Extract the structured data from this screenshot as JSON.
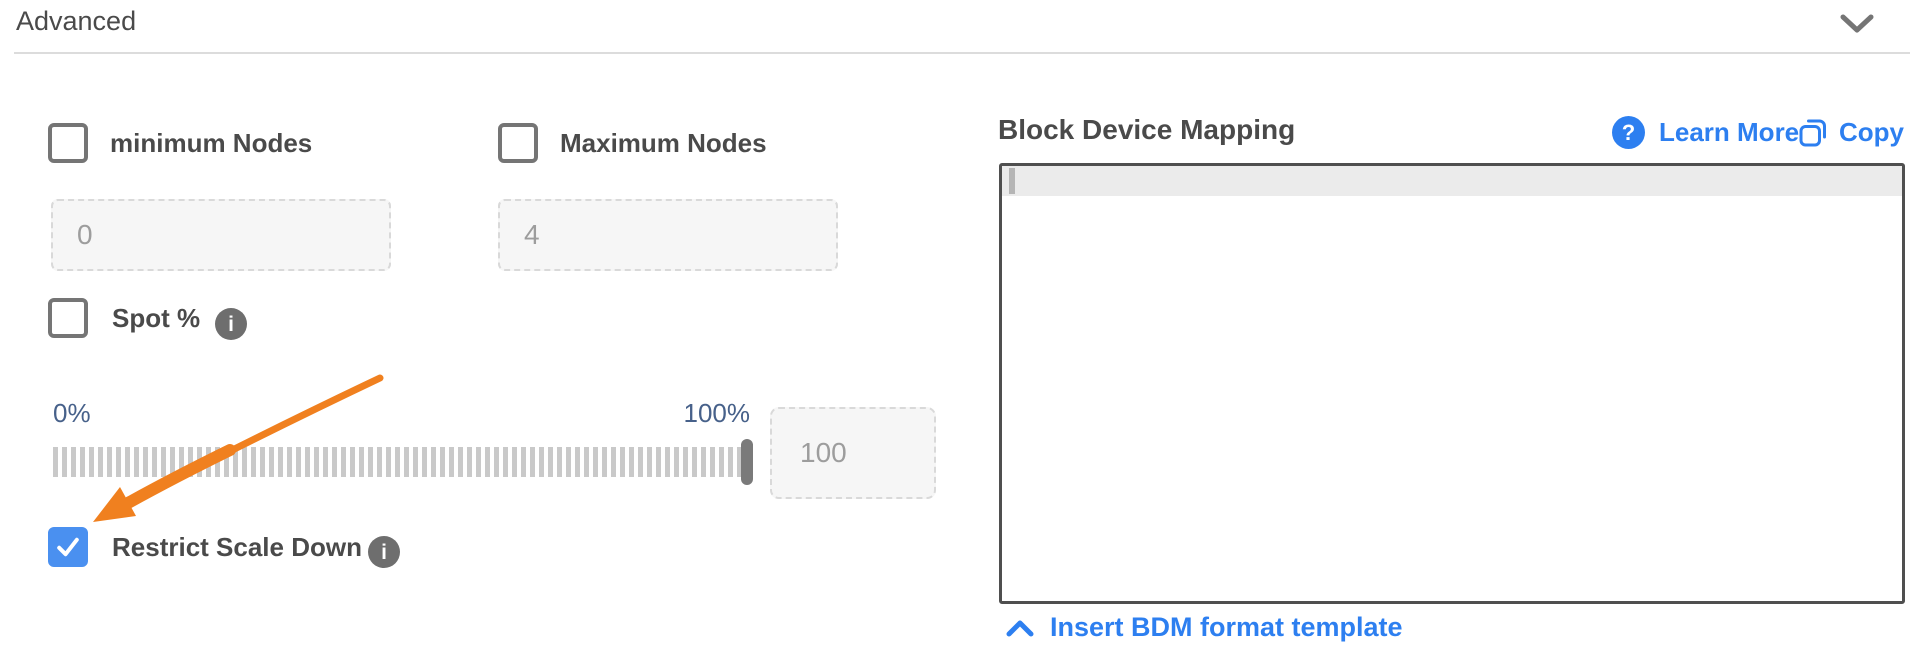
{
  "header": {
    "title": "Advanced"
  },
  "fields": {
    "min_nodes": {
      "label": "minimum Nodes",
      "value": "0",
      "checked": false
    },
    "max_nodes": {
      "label": "Maximum Nodes",
      "value": "4",
      "checked": false
    },
    "spot_pct": {
      "label": "Spot %",
      "checked": false,
      "info_glyph": "i",
      "slider": {
        "min_label": "0%",
        "max_label": "100%",
        "percent": 100,
        "value": "100"
      }
    },
    "restrict_scale_down": {
      "label": "Restrict Scale Down",
      "checked": true,
      "info_glyph": "i"
    }
  },
  "bdm": {
    "heading": "Block Device Mapping",
    "help_glyph": "?",
    "learn_more_label": "Learn More",
    "copy_label": "Copy",
    "editor_content": "",
    "insert_template_label": "Insert BDM format template"
  },
  "colors": {
    "text-dark": "#4a4a4a",
    "checkbox-border": "#757575",
    "checkbox-checked": "#4a90f0",
    "input-bg": "#f6f6f6",
    "input-border": "#d9d9d9",
    "input-text": "#9d9d9d",
    "link-blue": "#2d7ff0",
    "slider-label": "#47618a",
    "tick-gray": "#c9c9c9",
    "handle-gray": "#7a7a7a",
    "info-gray": "#6e6e6e",
    "divider": "#dcdcdc",
    "editor-border": "#4f4f4f",
    "active-line": "#ebebeb",
    "cursor-gray": "#b5b5b5",
    "arrow-orange": "#f0801f"
  }
}
